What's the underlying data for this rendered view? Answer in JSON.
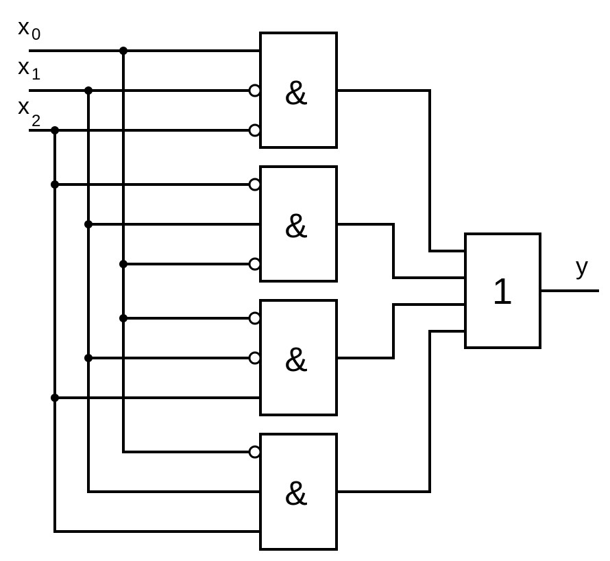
{
  "inputs": {
    "x0": {
      "main": "x",
      "sub": "0"
    },
    "x1": {
      "main": "x",
      "sub": "1"
    },
    "x2": {
      "main": "x",
      "sub": "2"
    }
  },
  "output": {
    "label": "y"
  },
  "and_gates": [
    {
      "symbol": "&"
    },
    {
      "symbol": "&"
    },
    {
      "symbol": "&"
    },
    {
      "symbol": "&"
    }
  ],
  "or_gate": {
    "symbol": "1"
  }
}
